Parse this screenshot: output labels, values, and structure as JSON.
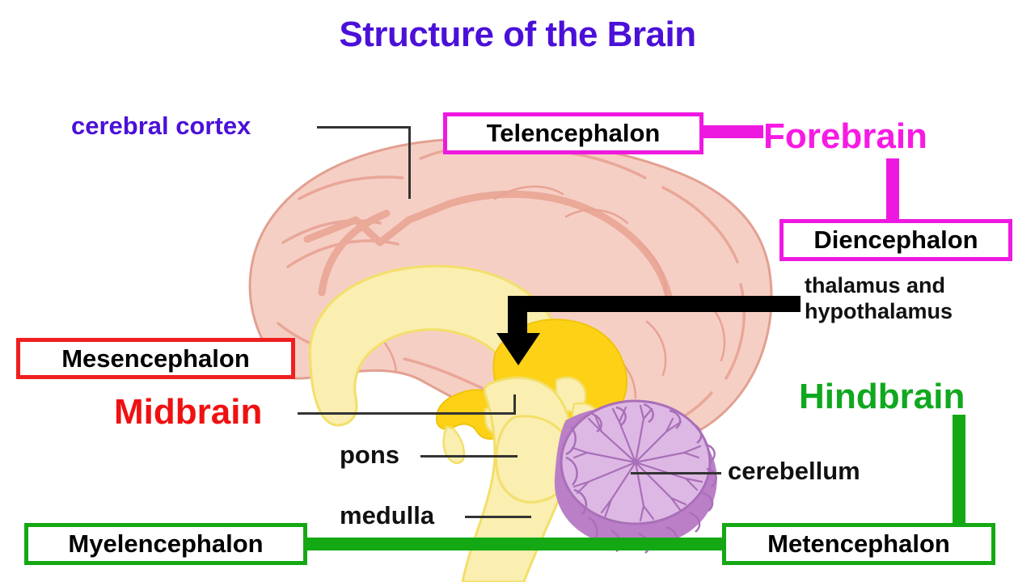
{
  "title": "Structure of the Brain",
  "colors": {
    "title_purple": "#4b10d8",
    "forebrain_magenta": "#f71ae4",
    "box_magenta": "#ee19e0",
    "midbrain_red": "#ef1111",
    "box_red": "#ef2020",
    "hindbrain_green": "#10a81e",
    "box_green": "#14a814",
    "cerebrum_pink": "#f6cfc4",
    "cerebrum_outline": "#e2a091",
    "corpus_callosum": "#faeeb0",
    "thalamus_gold": "#fcd116",
    "cerebellum_light": "#ddb8e4",
    "cerebellum_dark": "#bb7fc8",
    "brainstem_pale": "#faeeb0"
  },
  "divisions": [
    {
      "name": "forebrain",
      "label": "Forebrain",
      "color": "#f71ae4"
    },
    {
      "name": "midbrain",
      "label": "Midbrain",
      "color": "#ef1111"
    },
    {
      "name": "hindbrain",
      "label": "Hindbrain",
      "color": "#10a81e"
    }
  ],
  "term_boxes": [
    {
      "name": "telencephalon",
      "label": "Telencephalon",
      "division": "forebrain",
      "border": "#ee19e0"
    },
    {
      "name": "diencephalon",
      "label": "Diencephalon",
      "division": "forebrain",
      "border": "#ee19e0"
    },
    {
      "name": "mesencephalon",
      "label": "Mesencephalon",
      "division": "midbrain",
      "border": "#ef2020"
    },
    {
      "name": "metencephalon",
      "label": "Metencephalon",
      "division": "hindbrain",
      "border": "#14a814"
    },
    {
      "name": "myelencephalon",
      "label": "Myelencephalon",
      "division": "hindbrain",
      "border": "#14a814"
    }
  ],
  "anatomy_labels": [
    {
      "name": "cerebral-cortex",
      "label": "cerebral cortex",
      "color": "#4b10d8"
    },
    {
      "name": "thalamus-hypothalamus",
      "label": "thalamus and\nhypothalamus",
      "color": "#111111"
    },
    {
      "name": "pons",
      "label": "pons",
      "color": "#111111"
    },
    {
      "name": "medulla",
      "label": "medulla",
      "color": "#111111"
    },
    {
      "name": "cerebellum",
      "label": "cerebellum",
      "color": "#111111"
    }
  ],
  "labels": {
    "telencephalon": "Telencephalon",
    "diencephalon": "Diencephalon",
    "mesencephalon": "Mesencephalon",
    "metencephalon": "Metencephalon",
    "myelencephalon": "Myelencephalon",
    "forebrain": "Forebrain",
    "midbrain": "Midbrain",
    "hindbrain": "Hindbrain",
    "cerebral_cortex": "cerebral cortex",
    "thalamus_and_hypothalamus": "thalamus and\nhypothalamus",
    "pons": "pons",
    "medulla": "medulla",
    "cerebellum": "cerebellum"
  },
  "illustration": {
    "name": "mid-sagittal-brain-section",
    "parts": [
      "cerebrum",
      "corpus callosum",
      "thalamus",
      "midbrain",
      "pons",
      "medulla",
      "cerebellum"
    ]
  }
}
